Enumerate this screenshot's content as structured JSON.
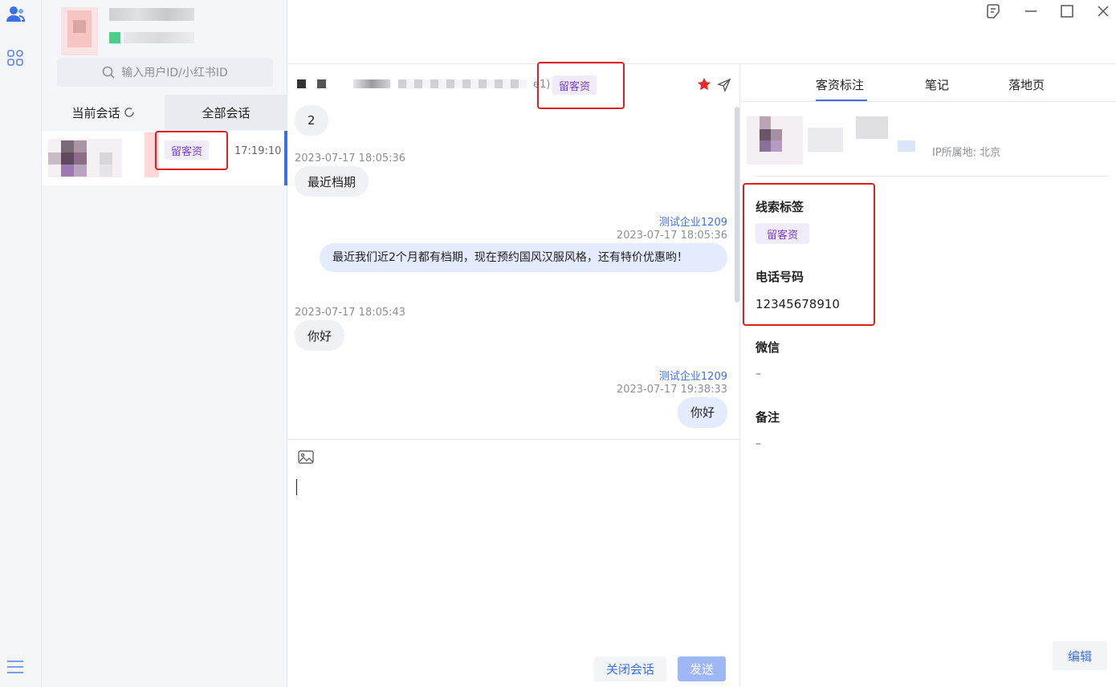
{
  "search": {
    "placeholder": "输入用户ID/小红书ID"
  },
  "list_tabs": {
    "current": "当前会话",
    "all": "全部会话"
  },
  "conversation": {
    "tag": "留客资",
    "time": "17:19:10"
  },
  "chat": {
    "header_suffix": "e1)",
    "header_tag": "留客资",
    "messages": [
      {
        "dir": "in",
        "text": "2"
      },
      {
        "dir": "in",
        "time": "2023-07-17 18:05:36",
        "text": "最近档期"
      },
      {
        "dir": "out",
        "sender": "测试企业1209",
        "time": "2023-07-17 18:05:36",
        "text": "最近我们近2个月都有档期，现在预约国风汉服风格，还有特价优惠哟！"
      },
      {
        "dir": "in",
        "time": "2023-07-17 18:05:43",
        "text": "你好"
      },
      {
        "dir": "out",
        "sender": "测试企业1209",
        "time": "2023-07-17 19:38:33",
        "text": "你好"
      }
    ],
    "close_label": "关闭会话",
    "send_label": "发送"
  },
  "side": {
    "tabs": [
      "客资标注",
      "笔记",
      "落地页"
    ],
    "ip_location": "IP所属地: 北京",
    "lead_tag_label": "线索标签",
    "lead_tag": "留客资",
    "phone_label": "电话号码",
    "phone": "12345678910",
    "wechat_label": "微信",
    "wechat": "–",
    "note_label": "备注",
    "note": "–",
    "edit_label": "编辑"
  },
  "colors": {
    "accent": "#3d6fe8",
    "tag_bg": "#f1ecfb",
    "tag_text": "#7a3ec8",
    "highlight": "#e02020"
  }
}
